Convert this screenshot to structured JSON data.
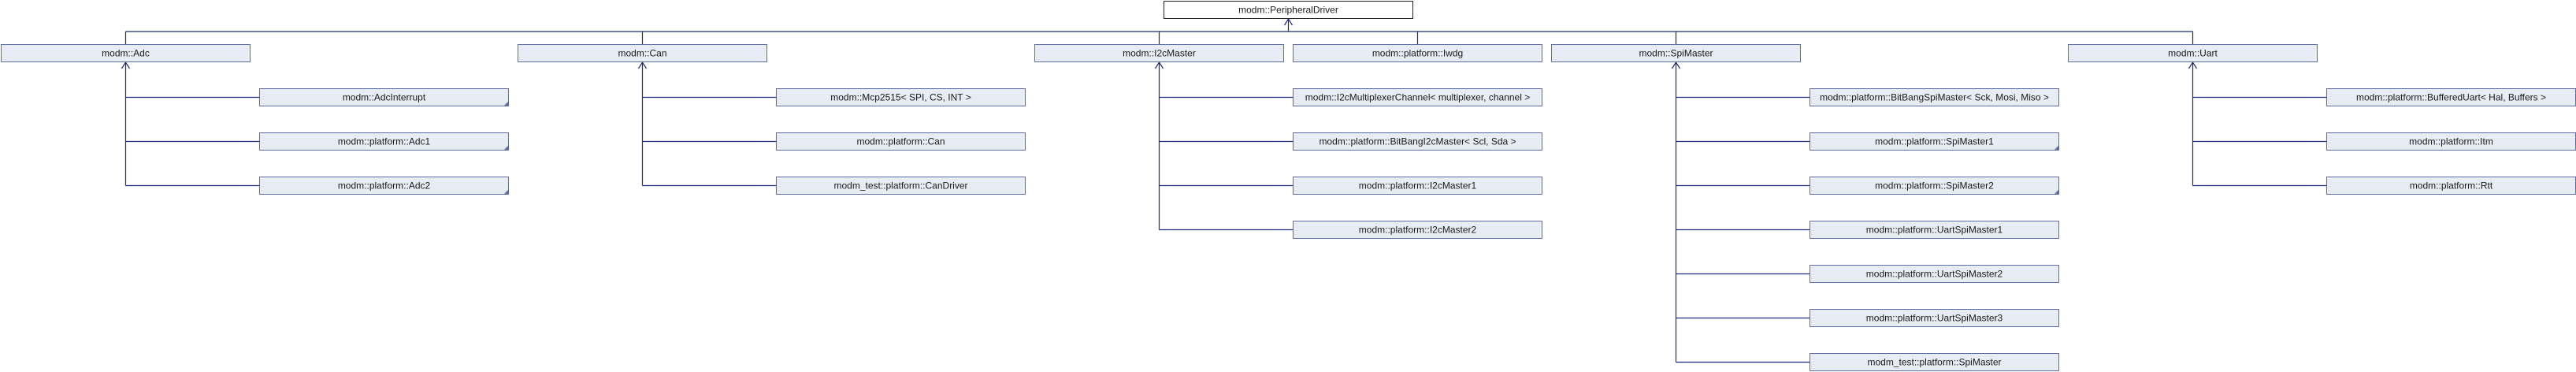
{
  "diagram": {
    "root": "modm::PeripheralDriver",
    "groups": [
      {
        "name": "modm::Adc",
        "children": [
          "modm::AdcInterrupt",
          "modm::platform::Adc1",
          "modm::platform::Adc2"
        ]
      },
      {
        "name": "modm::Can",
        "children": [
          "modm::Mcp2515< SPI, CS, INT >",
          "modm::platform::Can",
          "modm_test::platform::CanDriver"
        ]
      },
      {
        "name": "modm::I2cMaster",
        "children": [
          "modm::I2cMultiplexerChannel< multiplexer, channel >",
          "modm::platform::BitBangI2cMaster< Scl, Sda >",
          "modm::platform::I2cMaster1",
          "modm::platform::I2cMaster2"
        ]
      },
      {
        "name": "modm::platform::Iwdg",
        "children": []
      },
      {
        "name": "modm::SpiMaster",
        "children": [
          "modm::platform::BitBangSpiMaster< Sck, Mosi, Miso >",
          "modm::platform::SpiMaster1",
          "modm::platform::SpiMaster2",
          "modm::platform::UartSpiMaster1",
          "modm::platform::UartSpiMaster2",
          "modm::platform::UartSpiMaster3",
          "modm_test::platform::SpiMaster"
        ]
      },
      {
        "name": "modm::Uart",
        "children": [
          "modm::platform::BufferedUart< Hal, Buffers >",
          "modm::platform::Itm",
          "modm::platform::Rtt"
        ]
      }
    ],
    "folded_nodes": [
      "modm::AdcInterrupt",
      "modm::platform::Adc1",
      "modm::platform::Adc2",
      "modm::platform::SpiMaster1",
      "modm::platform::SpiMaster2"
    ]
  }
}
